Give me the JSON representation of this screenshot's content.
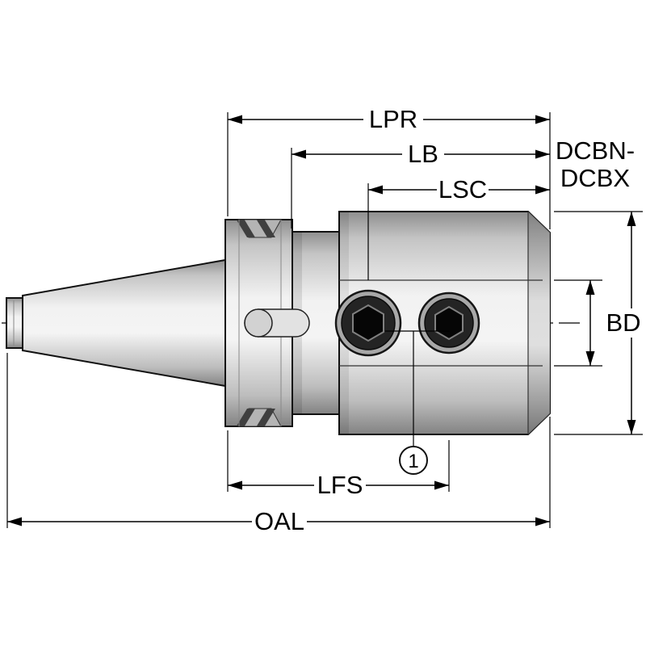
{
  "colors": {
    "background": "#ffffff",
    "outline": "#111111",
    "dimension_lines": "#000000",
    "metal_light": "#f3f3f3",
    "metal_dark": "#828282",
    "screw_face": "#1a1a1a"
  },
  "labels": {
    "lpr": "LPR",
    "lb": "LB",
    "lsc": "LSC",
    "bore_range_line1": "DCBN-",
    "bore_range_line2": "DCBX",
    "bd": "BD",
    "lfs": "LFS",
    "oal": "OAL",
    "callout_1": "1"
  }
}
